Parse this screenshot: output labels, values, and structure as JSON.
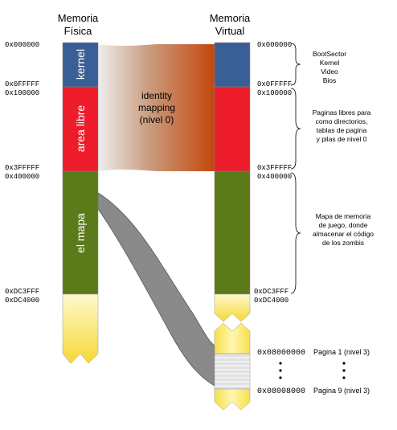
{
  "titles": {
    "physical_line1": "Memoria",
    "physical_line2": "Física",
    "virtual_line1": "Memoria",
    "virtual_line2": "Virtual"
  },
  "physical_segments": {
    "kernel": "kernel",
    "free": "area libre",
    "map": "el mapa"
  },
  "physical_addresses": {
    "a0": "0x000000",
    "a1": "0x0FFFFF",
    "a2": "0x100000",
    "a3": "0x3FFFFF",
    "a4": "0x400000",
    "a5": "0xDC3FFF",
    "a6": "0xDC4000"
  },
  "virtual_addresses": {
    "a0": "0x000000",
    "a1": "0x0FFFFF",
    "a2": "0x100000",
    "a3": "0x3FFFFF",
    "a4": "0x400000",
    "a5": "0xDC3FFF",
    "a6": "0xDC4000"
  },
  "mapping_label": {
    "line1": "identity",
    "line2": "mapping",
    "line3": "(nivel 0)"
  },
  "annotations": {
    "boot": [
      "BootSector",
      "Kernel",
      "Video",
      "Bios"
    ],
    "free": [
      "Paginas libres para",
      "como directorios,",
      "tablas de pagina",
      "y pilas de nivel 0"
    ],
    "map": [
      "Mapa de memoria",
      "de juego, donde",
      "almacenar el código",
      "de los zombis"
    ]
  },
  "pages": {
    "first_address": "0x08000000",
    "first_label": "Pagina 1 (nivel 3)",
    "last_address": "0x08008000",
    "last_label": "Pagina 9 (nivel 3)"
  },
  "colors": {
    "kernel": "#3a5f96",
    "free": "#ed1c2a",
    "map": "#5b7a1a",
    "rest": "#f7df3e",
    "mapping_end": "#c4470b"
  }
}
